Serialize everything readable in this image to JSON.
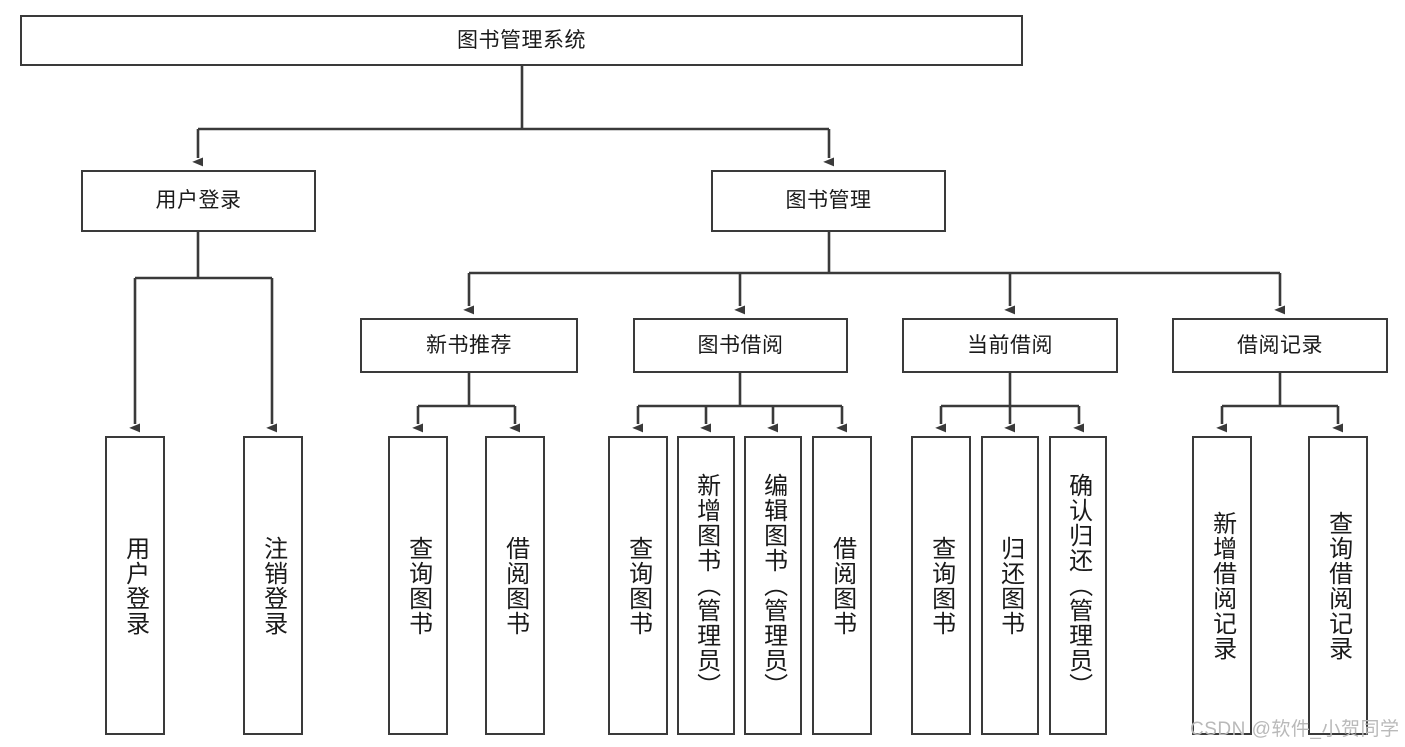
{
  "diagram": {
    "title": "图书管理系统",
    "watermark": "CSDN @软件_小贺同学",
    "colors": {
      "box_border": "#3a3a3a",
      "box_fill": "#ffffff",
      "connector": "#3a3a3a",
      "text": "#1a1a1a",
      "watermark": "#b9b9b9"
    },
    "nodes": {
      "root": {
        "label": "图书管理系统"
      },
      "level2": [
        {
          "id": "user-login",
          "label": "用户登录"
        },
        {
          "id": "book-management",
          "label": "图书管理"
        }
      ],
      "level3": [
        {
          "id": "new-book-recommend",
          "label": "新书推荐"
        },
        {
          "id": "book-borrow",
          "label": "图书借阅"
        },
        {
          "id": "current-borrow",
          "label": "当前借阅"
        },
        {
          "id": "borrow-record",
          "label": "借阅记录"
        }
      ],
      "leaves": {
        "user_login": [
          {
            "id": "leaf-user-login",
            "label": "用户登录"
          },
          {
            "id": "leaf-logout-login",
            "label": "注销登录"
          }
        ],
        "new_book_recommend": [
          {
            "id": "leaf-query-book-1",
            "label": "查询图书"
          },
          {
            "id": "leaf-borrow-book-1",
            "label": "借阅图书"
          }
        ],
        "book_borrow": [
          {
            "id": "leaf-query-book-2",
            "label": "查询图书"
          },
          {
            "id": "leaf-add-book",
            "label": "新增图书（管理员）"
          },
          {
            "id": "leaf-edit-book",
            "label": "编辑图书（管理员）"
          },
          {
            "id": "leaf-borrow-book-2",
            "label": "借阅图书"
          }
        ],
        "current_borrow": [
          {
            "id": "leaf-query-book-3",
            "label": "查询图书"
          },
          {
            "id": "leaf-return-book",
            "label": "归还图书"
          },
          {
            "id": "leaf-confirm-return",
            "label": "确认归还（管理员）"
          }
        ],
        "borrow_record": [
          {
            "id": "leaf-add-record",
            "label": "新增借阅记录"
          },
          {
            "id": "leaf-query-record",
            "label": "查询借阅记录"
          }
        ]
      }
    }
  }
}
